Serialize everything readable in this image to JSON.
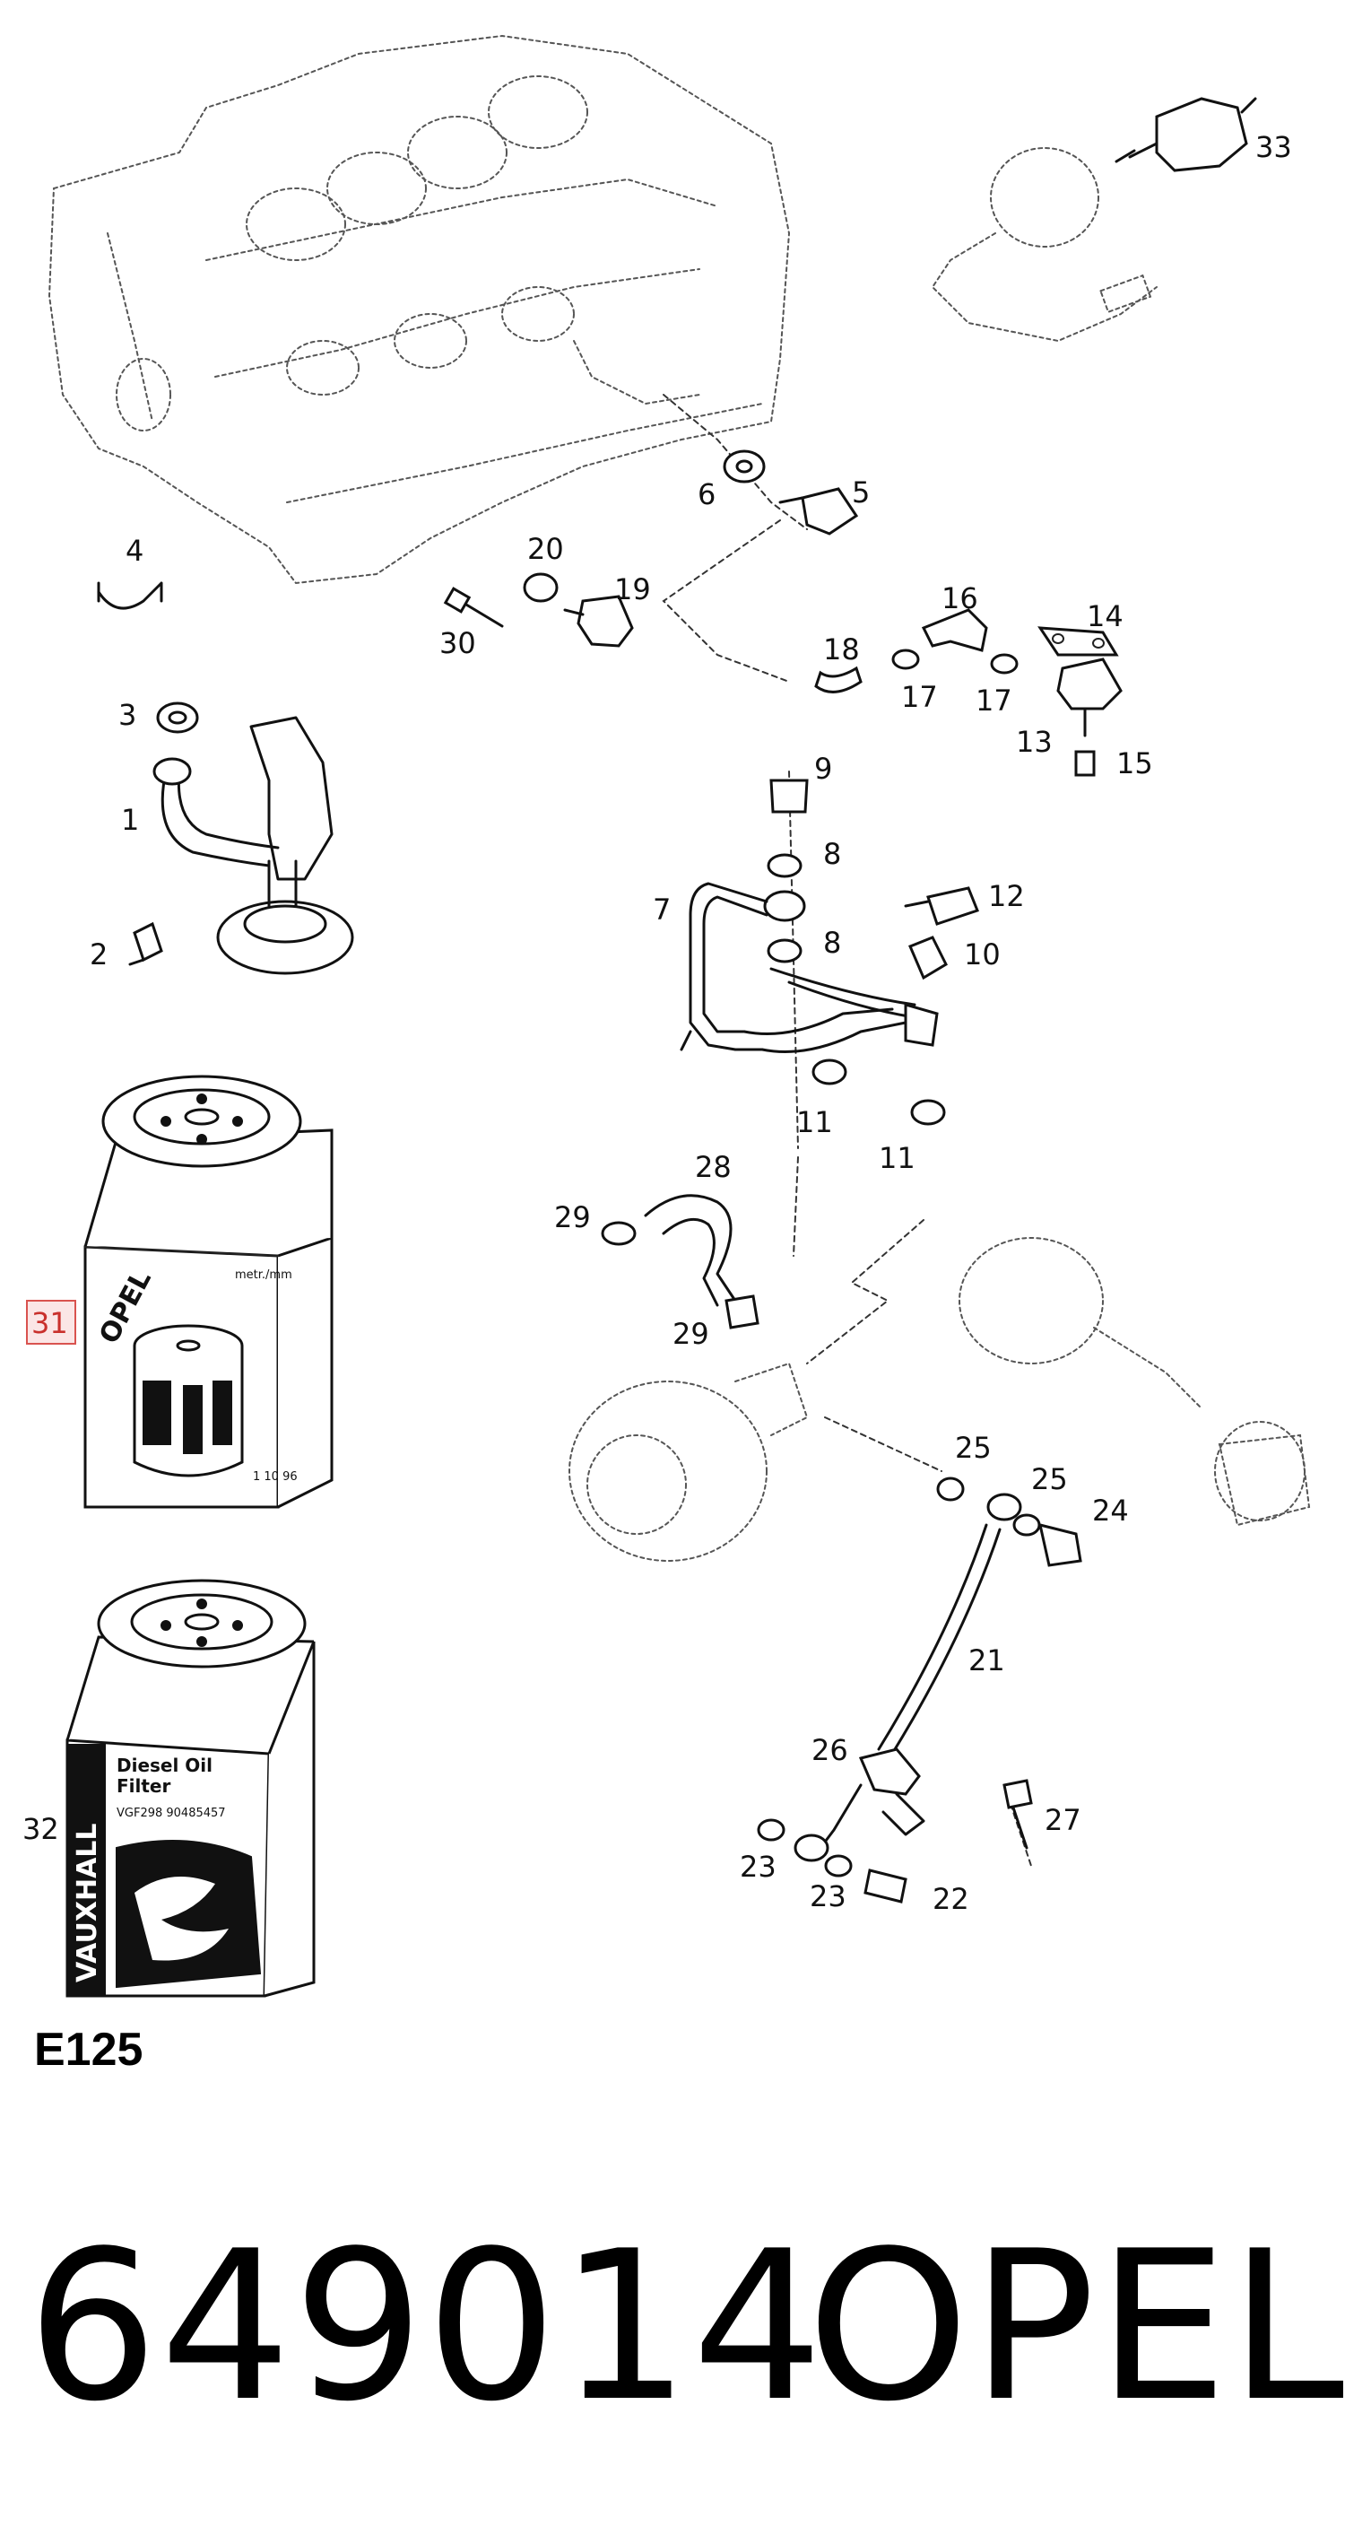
{
  "diagram": {
    "callouts": [
      "1",
      "2",
      "3",
      "4",
      "5",
      "6",
      "7",
      "8",
      "8",
      "9",
      "10",
      "11",
      "11",
      "12",
      "13",
      "14",
      "15",
      "16",
      "17",
      "17",
      "18",
      "19",
      "20",
      "21",
      "22",
      "23",
      "23",
      "24",
      "25",
      "25",
      "26",
      "27",
      "28",
      "29",
      "29",
      "30",
      "31",
      "32",
      "33"
    ],
    "highlighted_callout": "31",
    "filter_box_31": {
      "brand": "OPEL",
      "corner_text": "metr./mm",
      "small_print": "1 10 96"
    },
    "filter_box_32": {
      "brand": "VAUXHALL",
      "title_line1": "Diesel Oil",
      "title_line2": "Filter",
      "part_text": "VGF298 90485457"
    }
  },
  "footer": {
    "code": "E125",
    "part_number": "649014",
    "brand": "OPEL"
  }
}
